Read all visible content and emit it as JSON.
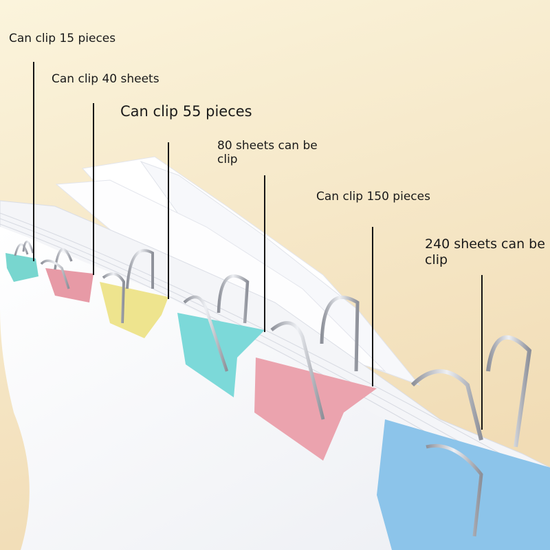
{
  "captions": {
    "c15": "Can clip 15 pieces",
    "c40": "Can clip 40 sheets",
    "c55": "Can clip 55 pieces",
    "c80": "80 sheets can be clip",
    "c150": "Can clip 150 pieces",
    "c240": "240 sheets can be clip"
  },
  "colors": {
    "background_top": "#faf1d6",
    "background_bottom": "#f3dfba",
    "paper": "#ffffff",
    "paper_shadow": "#dfe2ea",
    "clip_teal": "#78d6cf",
    "clip_pink": "#e79aa6",
    "clip_yellow": "#eee48e",
    "clip_cyan": "#7cd9d9",
    "clip_rose": "#eba3ae",
    "clip_blue": "#8cc4ea",
    "wire": "#b9bcc4",
    "label_text": "#1a1a1a",
    "leader_line": "#141414"
  }
}
